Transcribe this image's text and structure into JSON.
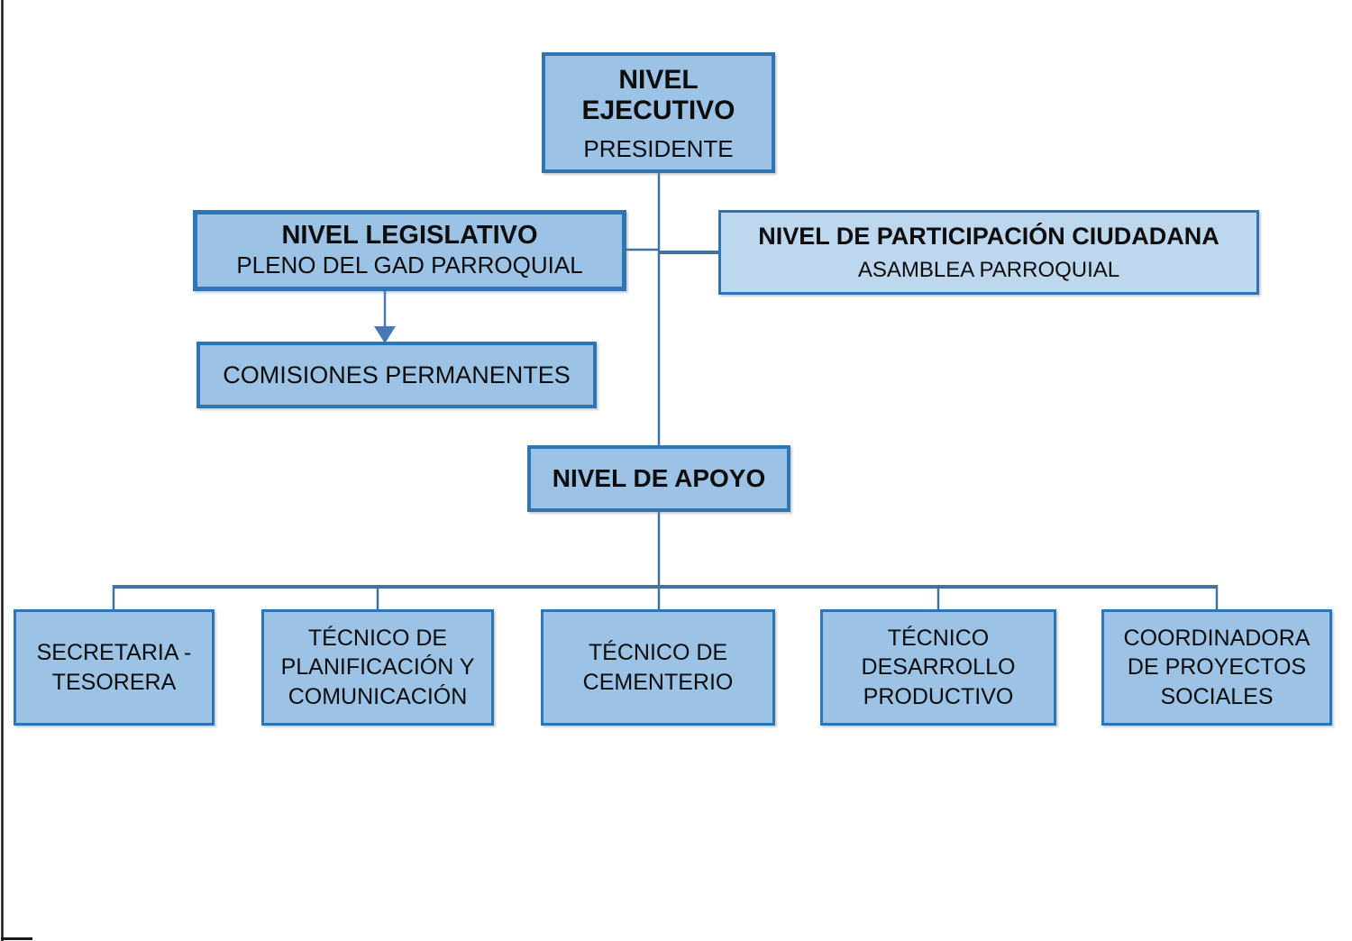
{
  "colors": {
    "node_fill": "#9cc2e5",
    "node_fill_light": "#bdd7ee",
    "node_border": "#2e75b6",
    "connector": "#41719c",
    "arrow": "#4878b8",
    "page_border": "#1a1a1a",
    "text": "#0d0d0d"
  },
  "org_chart": {
    "executive": {
      "title": "NIVEL\nEJECUTIVO",
      "subtitle": "PRESIDENTE"
    },
    "legislative": {
      "title": "NIVEL LEGISLATIVO",
      "subtitle": "PLENO DEL GAD PARROQUIAL"
    },
    "participation": {
      "title": "NIVEL DE PARTICIPACIÓN CIUDADANA",
      "subtitle": "ASAMBLEA PARROQUIAL"
    },
    "commissions": {
      "label": "COMISIONES PERMANENTES"
    },
    "support": {
      "label": "NIVEL DE APOYO"
    },
    "support_units": [
      {
        "label": "SECRETARIA -\nTESORERA"
      },
      {
        "label": "TÉCNICO DE\nPLANIFICACIÓN Y\nCOMUNICACIÓN"
      },
      {
        "label": "TÉCNICO DE\nCEMENTERIO"
      },
      {
        "label": "TÉCNICO\nDESARROLLO\nPRODUCTIVO"
      },
      {
        "label": "COORDINADORA\nDE PROYECTOS\nSOCIALES"
      }
    ]
  }
}
